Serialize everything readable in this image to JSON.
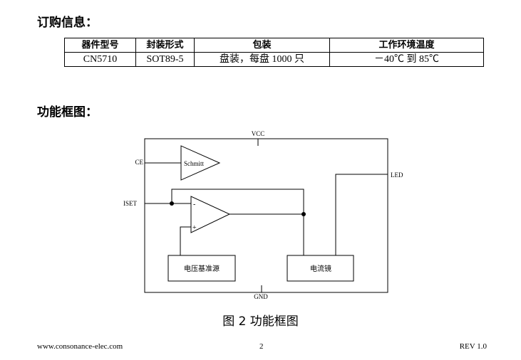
{
  "ordering": {
    "heading": "订购信息：",
    "headers": [
      "器件型号",
      "封装形式",
      "包装",
      "工作环境温度"
    ],
    "row": [
      "CN5710",
      "SOT89-5",
      "盘装，每盘 1000 只",
      "－40℃  到  85℃"
    ]
  },
  "block_diagram": {
    "heading": "功能框图：",
    "pins": {
      "vcc": "VCC",
      "gnd": "GND",
      "ce": "CE",
      "iset": "ISET",
      "led": "LED"
    },
    "schmitt_label": "Schmitt",
    "opamp_minus": "-",
    "opamp_plus": "+",
    "voltage_ref_label": "电压基准源",
    "current_mirror_label": "电流镜",
    "caption": "图 2  功能框图"
  },
  "footer": {
    "url": "www.consonance-elec.com",
    "page": "2",
    "rev": "REV 1.0"
  }
}
